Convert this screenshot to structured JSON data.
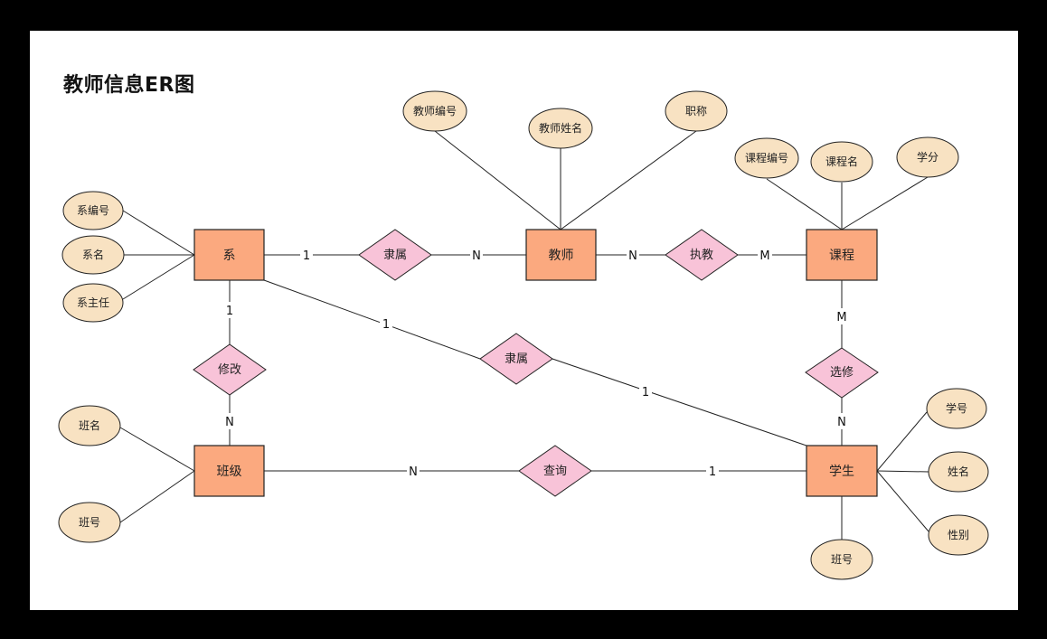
{
  "title": "教师信息ER图",
  "entities": {
    "department": "系",
    "teacher": "教师",
    "course": "课程",
    "class": "班级",
    "student": "学生"
  },
  "attributes": {
    "dept_no": "系编号",
    "dept_name": "系名",
    "dept_head": "系主任",
    "teacher_no": "教师编号",
    "teacher_name": "教师姓名",
    "teacher_title": "职称",
    "course_no": "课程编号",
    "course_name": "课程名",
    "course_credit": "学分",
    "class_name": "班名",
    "class_no": "班号",
    "student_no": "学号",
    "student_name": "姓名",
    "student_gender": "性别",
    "student_class_no": "班号"
  },
  "relationships": {
    "dept_teacher": "隶属",
    "teacher_course": "执教",
    "dept_class": "修改",
    "dept_student": "隶属",
    "course_student": "选修",
    "class_student": "查询"
  },
  "cardinalities": {
    "dept_teacher_left": "1",
    "dept_teacher_right": "N",
    "teacher_course_left": "N",
    "teacher_course_right": "M",
    "dept_class_top": "1",
    "dept_class_bottom": "N",
    "dept_student_top": "1",
    "dept_student_bottom": "1",
    "course_student_top": "M",
    "course_student_bottom": "N",
    "class_student_left": "N",
    "class_student_right": "1"
  }
}
